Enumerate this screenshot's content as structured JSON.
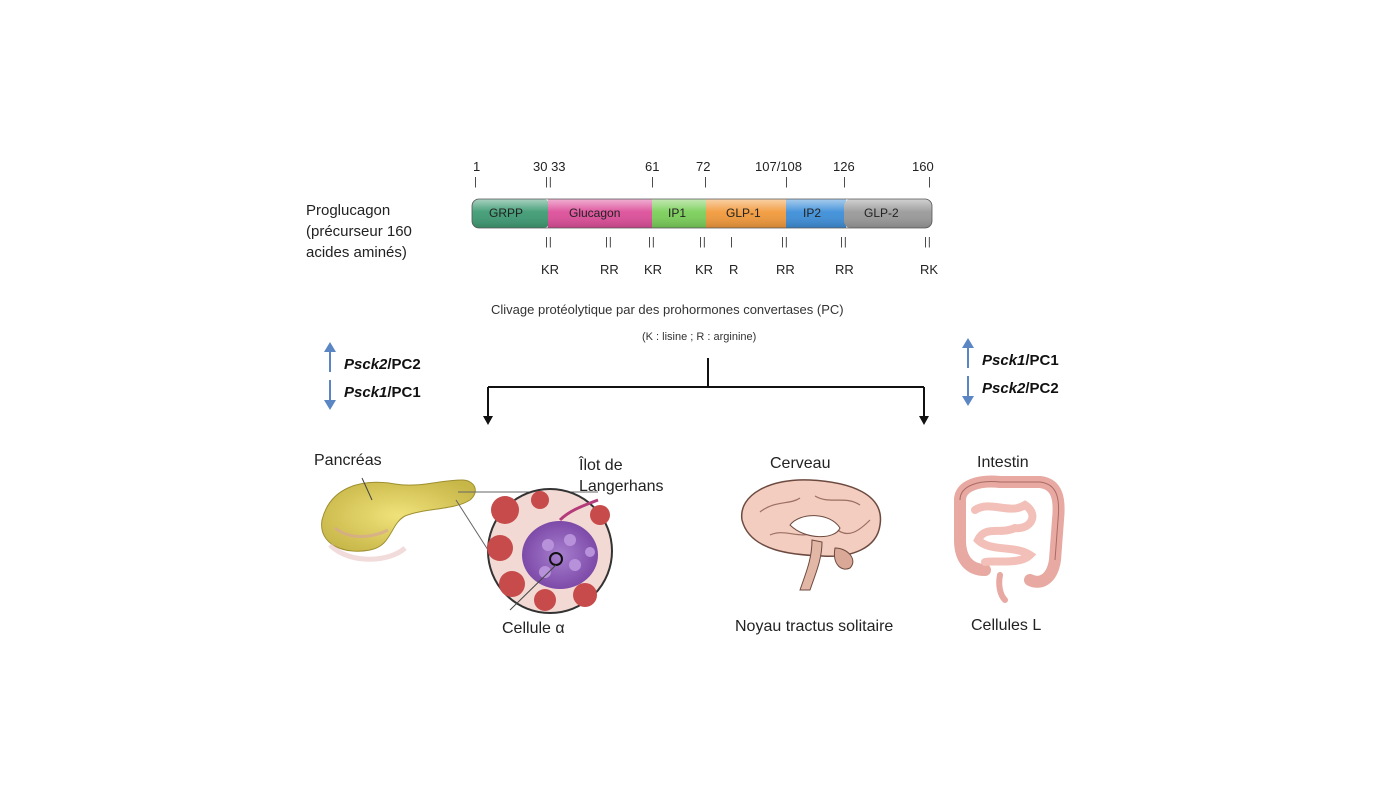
{
  "precursor": {
    "label_line1": "Proglucagon",
    "label_line2": "(précurseur 160",
    "label_line3": "acides aminés)",
    "positions": [
      "1",
      "30 33",
      "61",
      "72",
      "107/108",
      "126",
      "160"
    ],
    "segments": [
      {
        "label": "GRPP",
        "color": "#3f9b74"
      },
      {
        "label": "Glucagon",
        "color": "#dd4f9a"
      },
      {
        "label": "IP1",
        "color": "#7bcf5a"
      },
      {
        "label": "GLP-1",
        "color": "#f29a3c"
      },
      {
        "label": "IP2",
        "color": "#3e8fd9"
      },
      {
        "label": "GLP-2",
        "color": "#9a9a9a"
      }
    ],
    "sites": [
      "KR",
      "RR",
      "KR",
      "KR",
      "R",
      "RR",
      "RR",
      "RK"
    ]
  },
  "cleavage": {
    "title": "Clivage protéolytique par des prohormones convertases (PC)",
    "legend": "(K : lisine ; R : arginine)"
  },
  "left_regulation": {
    "up": {
      "gene": "Psck2",
      "enzyme": "/PC2"
    },
    "down": {
      "gene": "Psck1",
      "enzyme": "/PC1"
    }
  },
  "right_regulation": {
    "up": {
      "gene": "Psck1",
      "enzyme": "/PC1"
    },
    "down": {
      "gene": "Psck2",
      "enzyme": "/PC2"
    }
  },
  "organs": {
    "pancreas": "Pancréas",
    "islet_line1": "Îlot de",
    "islet_line2": "Langerhans",
    "alpha_cell": "Cellule α",
    "brain": "Cerveau",
    "brain_nucleus": "Noyau tractus solitaire",
    "intestine": "Intestin",
    "l_cells": "Cellules L"
  },
  "colors": {
    "arrow_up": "#5b86c4",
    "arrow_down": "#5b86c4"
  }
}
